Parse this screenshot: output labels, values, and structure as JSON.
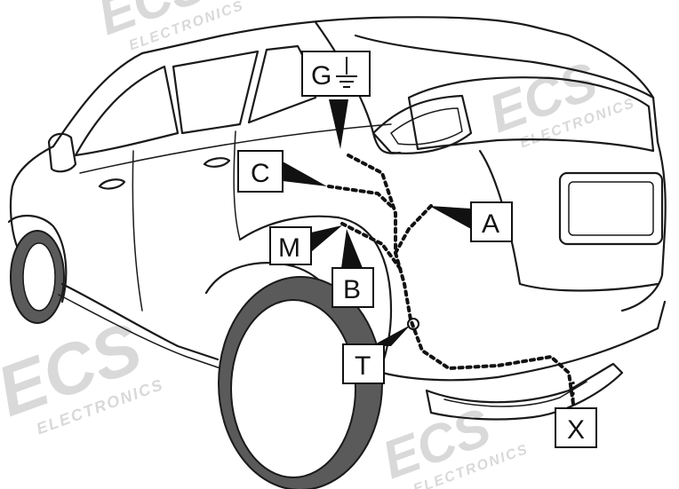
{
  "watermark": {
    "brand": "ECS",
    "sub": "ELECTRONICS"
  },
  "labels": {
    "g": "G",
    "c": "C",
    "a": "A",
    "m": "M",
    "b": "B",
    "t": "T",
    "x": "X"
  },
  "icons": {
    "ground": "ground-symbol-icon"
  },
  "colors": {
    "ink": "#111111",
    "tire": "#5a5a5a",
    "watermark": "#d9d9d9"
  }
}
